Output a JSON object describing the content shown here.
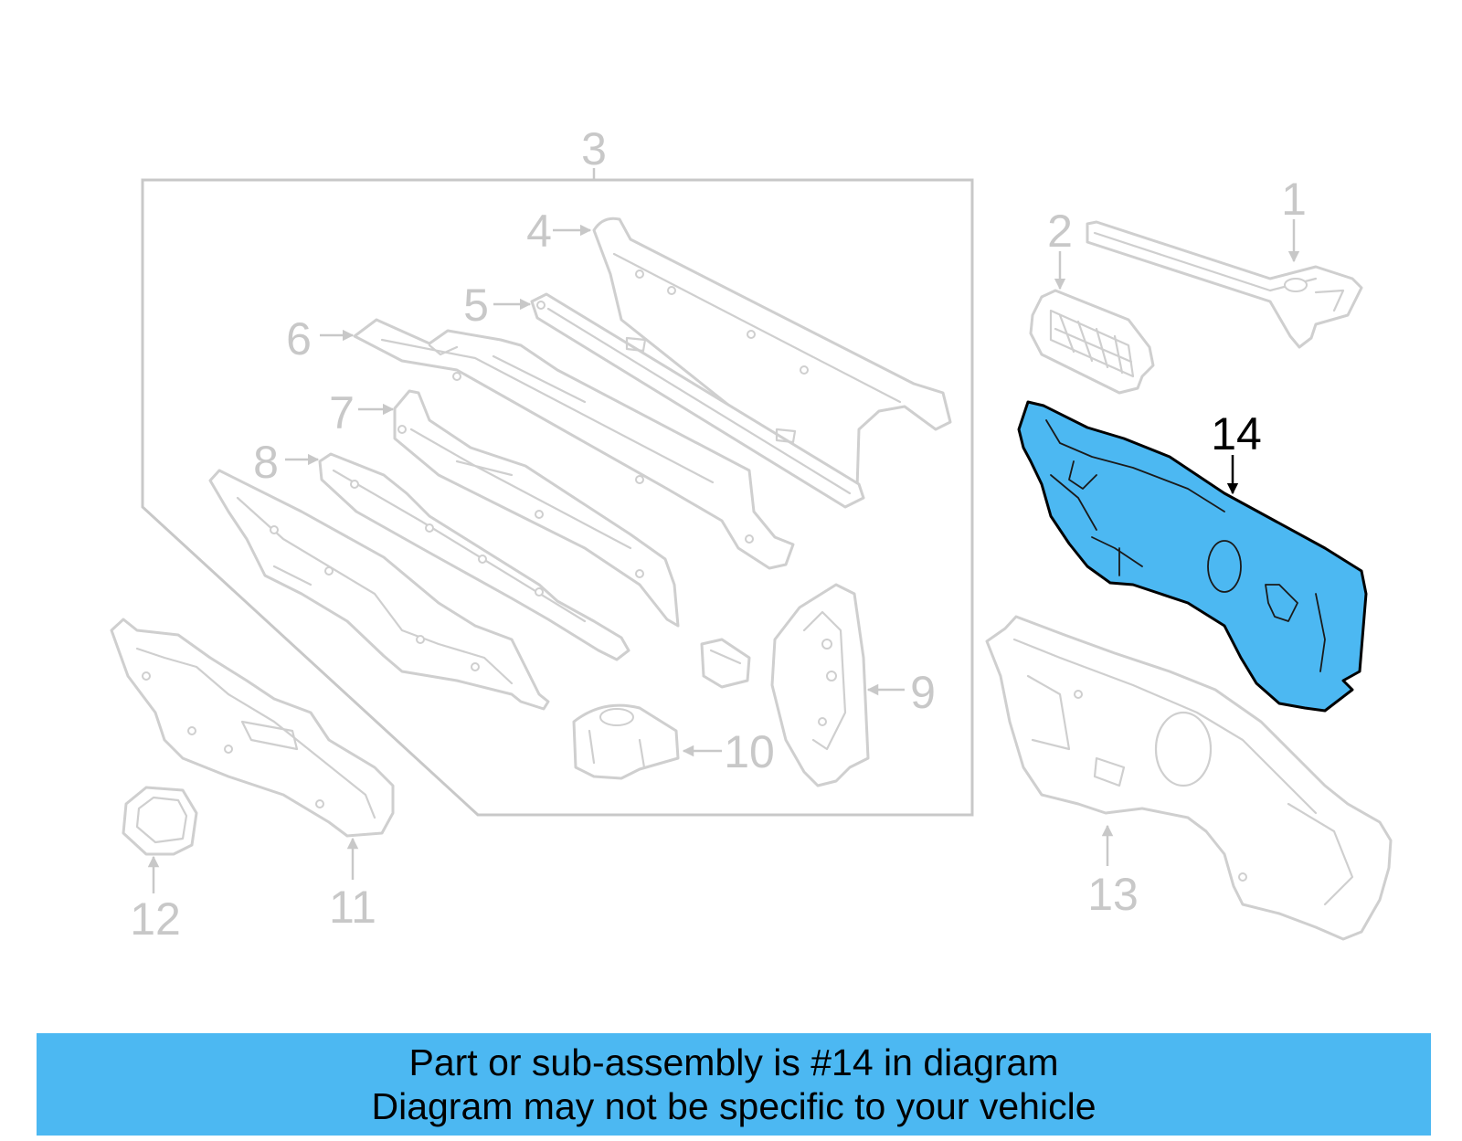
{
  "colors": {
    "highlight": "#4cb8f2",
    "banner": "#4cb8f2",
    "inactive_line": "#cfcfcf",
    "active_line": "#000000"
  },
  "callouts": {
    "c1": "1",
    "c2": "2",
    "c3": "3",
    "c4": "4",
    "c5": "5",
    "c6": "6",
    "c7": "7",
    "c8": "8",
    "c9": "9",
    "c10": "10",
    "c11": "11",
    "c12": "12",
    "c13": "13",
    "c14": "14"
  },
  "highlighted_part": "14",
  "banner": {
    "line1": "Part or sub-assembly is #14 in diagram",
    "line2": "Diagram may not be specific to your vehicle"
  }
}
